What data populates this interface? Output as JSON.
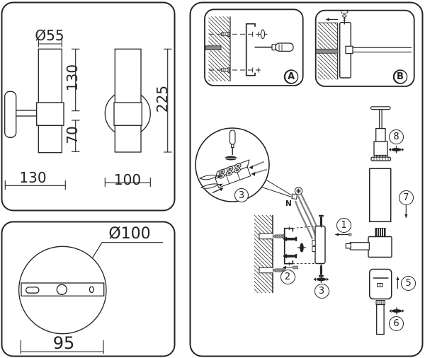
{
  "dimension_panel": {
    "shade_diameter": "Ø55",
    "upper_height": "130",
    "lower_height": "70",
    "total_height": "225",
    "side_width": "130",
    "front_width": "100"
  },
  "plate_panel": {
    "plate_diameter": "Ø100",
    "hole_spacing": "95"
  },
  "install_panel": {
    "step_a_label": "A",
    "step_b_label": "B",
    "detail_step_label": "3",
    "neutral_label": "N",
    "step_labels": {
      "step1": "1",
      "step2": "2",
      "step3": "3",
      "step5": "5",
      "step6": "6",
      "step7": "7",
      "step8": "8"
    }
  },
  "colors": {
    "line": "#232323",
    "wire_gray": "#7f7f7f",
    "metal_gray": "#8f8f8f"
  }
}
